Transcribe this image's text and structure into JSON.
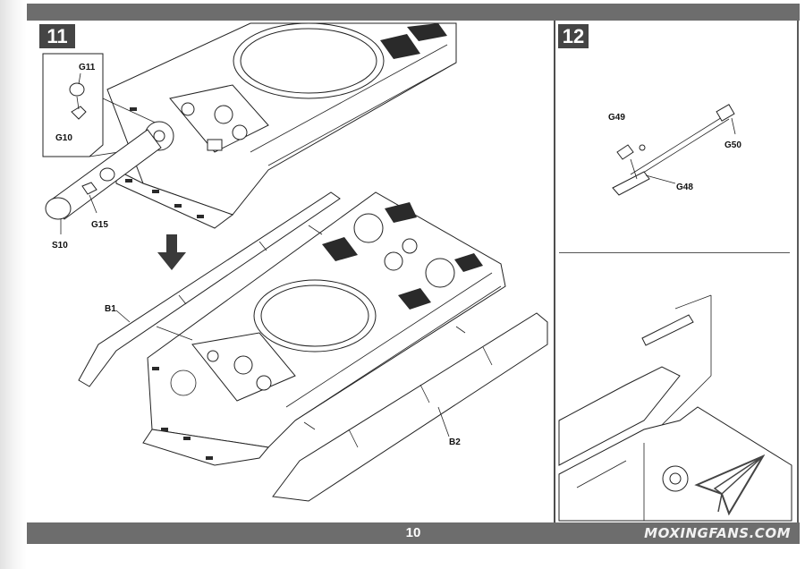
{
  "page": {
    "number": "10",
    "watermark": "MOXINGFANS.COM"
  },
  "steps": [
    {
      "number": "11",
      "labels": {
        "g11": "G11",
        "g10": "G10",
        "s10": "S10",
        "g15": "G15",
        "b1": "B1",
        "b2": "B2"
      }
    },
    {
      "number": "12",
      "labels": {
        "g49": "G49",
        "g50": "G50",
        "g48": "G48"
      }
    }
  ],
  "colors": {
    "bar": "#6d6d6d",
    "badge": "#454545",
    "line": "#222222"
  },
  "icons": {
    "arrow": "down-arrow-icon",
    "logo": "paper-plane-logo-icon"
  }
}
